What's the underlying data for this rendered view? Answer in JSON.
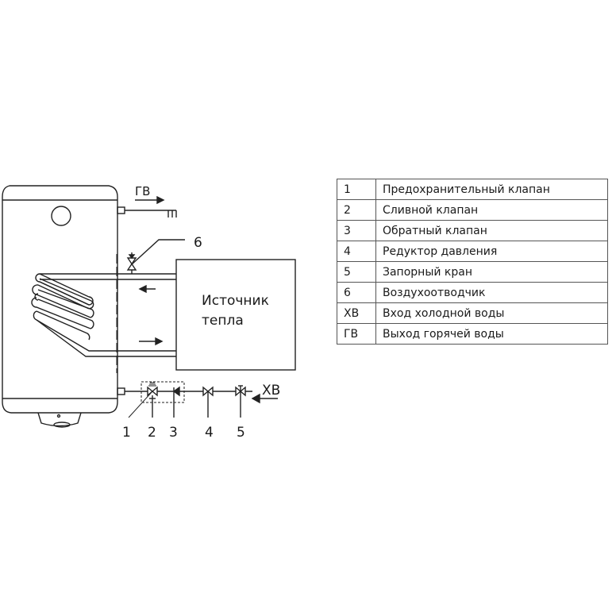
{
  "diagram": {
    "hot_water_label": "ГВ",
    "cold_water_label": "ХВ",
    "heat_source_line1": "Источник",
    "heat_source_line2": "тепла",
    "callouts": [
      "1",
      "2",
      "3",
      "4",
      "5",
      "6"
    ]
  },
  "legend": {
    "rows": [
      {
        "key": "1",
        "value": "Предохранительный клапан"
      },
      {
        "key": "2",
        "value": "Сливной клапан"
      },
      {
        "key": "3",
        "value": "Обратный клапан"
      },
      {
        "key": "4",
        "value": "Редуктор давления"
      },
      {
        "key": "5",
        "value": "Запорный кран"
      },
      {
        "key": "6",
        "value": "Воздухоотводчик"
      },
      {
        "key": "ХВ",
        "value": "Вход холодной воды"
      },
      {
        "key": "ГВ",
        "value": "Выход горячей воды"
      }
    ]
  }
}
